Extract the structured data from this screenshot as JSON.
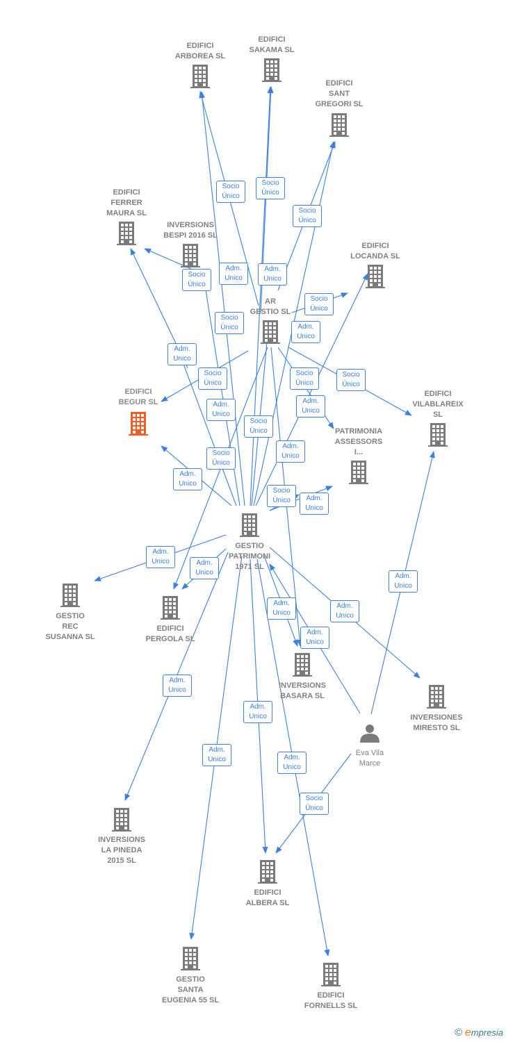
{
  "colors": {
    "edge": "#3b7fe0",
    "node": "#7a7a7a",
    "highlight": "#f25c27"
  },
  "nodes": [
    {
      "id": "arborea",
      "type": "company",
      "lines": [
        "EDIFICI",
        "ARBOREA  SL"
      ]
    },
    {
      "id": "sakama",
      "type": "company",
      "lines": [
        "EDIFICI",
        "SAKAMA  SL"
      ]
    },
    {
      "id": "santgregori",
      "type": "company",
      "lines": [
        "EDIFICI",
        "SANT",
        "GREGORI  SL"
      ]
    },
    {
      "id": "ferrer",
      "type": "company",
      "lines": [
        "EDIFICI",
        "FERRER",
        "MAURA SL"
      ]
    },
    {
      "id": "bespi",
      "type": "company",
      "lines": [
        "INVERSIONS",
        "BESPI 2016  SL"
      ]
    },
    {
      "id": "locanda",
      "type": "company",
      "lines": [
        "EDIFICI",
        "LOCANDA  SL"
      ]
    },
    {
      "id": "center",
      "type": "company",
      "lines": [
        "AR",
        "GESTIO SL"
      ]
    },
    {
      "id": "begur",
      "type": "company",
      "highlight": true,
      "lines": [
        "EDIFICI",
        "BEGUR  SL"
      ]
    },
    {
      "id": "vilablareix",
      "type": "company",
      "lines": [
        "EDIFICI",
        "VILABLAREIX",
        "SL"
      ]
    },
    {
      "id": "patrimonia",
      "type": "company",
      "lines": [
        "PATRIMONIA",
        "ASSESSORS",
        "I..."
      ]
    },
    {
      "id": "gp1971",
      "type": "company",
      "lines": [
        "GESTIO",
        "PATRIMONI",
        "1971  SL"
      ]
    },
    {
      "id": "gestiorec",
      "type": "company",
      "lines": [
        "GESTIO",
        "REC",
        "SUSANNA SL"
      ]
    },
    {
      "id": "pergola",
      "type": "company",
      "lines": [
        "EDIFICI",
        "PERGOLA  SL"
      ]
    },
    {
      "id": "basara",
      "type": "company",
      "lines": [
        "INVERSIONS",
        "BASARA  SL"
      ]
    },
    {
      "id": "miresto",
      "type": "company",
      "lines": [
        "INVERSIONES",
        "MIRESTO  SL"
      ]
    },
    {
      "id": "eva",
      "type": "person",
      "lines": [
        "Eva Vila",
        "Marce"
      ]
    },
    {
      "id": "pineda",
      "type": "company",
      "lines": [
        "INVERSIONS",
        "LA PINEDA",
        "2015  SL"
      ]
    },
    {
      "id": "albera",
      "type": "company",
      "lines": [
        "EDIFICI",
        "ALBERA  SL"
      ]
    },
    {
      "id": "santaeugenia",
      "type": "company",
      "lines": [
        "GESTIO",
        "SANTA",
        "EUGENIA 55 SL"
      ]
    },
    {
      "id": "fornells",
      "type": "company",
      "lines": [
        "EDIFICI",
        "FORNELLS SL"
      ]
    }
  ],
  "edges": [
    {
      "from": "gp1971",
      "to": "arborea",
      "label": [
        "Socio",
        "Único"
      ]
    },
    {
      "from": "center",
      "to": "arborea",
      "label": [
        "Adm.",
        "Unico"
      ]
    },
    {
      "from": "gp1971",
      "to": "sakama",
      "label": [
        "Socio",
        "Único"
      ]
    },
    {
      "from": "center",
      "to": "sakama",
      "label": [
        "Adm.",
        "Unico"
      ]
    },
    {
      "from": "center",
      "to": "santgregori",
      "label": [
        "Socio",
        "Único"
      ]
    },
    {
      "from": "gp1971",
      "to": "santgregori",
      "label": [
        "Adm.",
        "Unico"
      ]
    },
    {
      "from": "center",
      "to": "ferrer",
      "label": [
        "Adm.",
        "Unico"
      ]
    },
    {
      "from": "center",
      "to": "bespi",
      "label": [
        "Socio",
        "Único"
      ]
    },
    {
      "from": "gp1971",
      "to": "bespi",
      "label": [
        "Socio",
        "Único"
      ]
    },
    {
      "from": "center",
      "to": "locanda",
      "label": [
        "Socio",
        "Único"
      ]
    },
    {
      "from": "gp1971",
      "to": "locanda",
      "label": [
        "Adm.",
        "Unico"
      ]
    },
    {
      "from": "center",
      "to": "vilablareix",
      "label": [
        "Socio",
        "Único"
      ]
    },
    {
      "from": "center",
      "to": "patrimonia",
      "label": [
        "Socio",
        "Único"
      ]
    },
    {
      "from": "gp1971",
      "to": "patrimonia",
      "label": [
        "Adm.",
        "Unico"
      ]
    },
    {
      "from": "center",
      "to": "begur",
      "label": [
        "Socio",
        "Único"
      ]
    },
    {
      "from": "gp1971",
      "to": "begur",
      "label": [
        "Adm.",
        "Unico"
      ]
    },
    {
      "from": "gp1971",
      "to": "center",
      "label": [
        "Socio",
        "Único"
      ]
    },
    {
      "from": "center",
      "to": "pergola",
      "label": [
        "Socio",
        "Único"
      ]
    },
    {
      "from": "center",
      "to": "begur",
      "label": [
        "Adm.",
        "Unico"
      ]
    },
    {
      "from": "gp1971",
      "to": "gestiorec",
      "label": [
        "Adm.",
        "Unico"
      ]
    },
    {
      "from": "gp1971",
      "to": "pergola",
      "label": [
        "Adm.",
        "Unico"
      ]
    },
    {
      "from": "gp1971",
      "to": "pineda",
      "label": [
        "Adm.",
        "Unico"
      ]
    },
    {
      "from": "gp1971",
      "to": "santaeugenia",
      "label": [
        "Adm.",
        "Unico"
      ]
    },
    {
      "from": "gp1971",
      "to": "albera",
      "label": [
        "Adm.",
        "Unico"
      ]
    },
    {
      "from": "gp1971",
      "to": "fornells",
      "label": [
        "Adm.",
        "Unico"
      ]
    },
    {
      "from": "gp1971",
      "to": "basara",
      "label": [
        "Adm.",
        "Unico"
      ]
    },
    {
      "from": "eva",
      "to": "gp1971",
      "label": [
        "Adm.",
        "Unico"
      ]
    },
    {
      "from": "gp1971",
      "to": "miresto",
      "label": [
        "Adm.",
        "Unico"
      ]
    },
    {
      "from": "eva",
      "to": "vilablareix",
      "label": [
        "Adm.",
        "Unico"
      ]
    },
    {
      "from": "eva",
      "to": "albera",
      "label": [
        "Socio",
        "Único"
      ]
    },
    {
      "from": "gp1971",
      "to": "patrimonia",
      "label": [
        "Socio",
        "Único"
      ]
    },
    {
      "from": "center",
      "to": "basara",
      "label": [
        "Adm.",
        "Unico"
      ]
    }
  ],
  "footer": {
    "copyright": "©",
    "brand_initial": "e",
    "brand_rest": "mpresia"
  }
}
